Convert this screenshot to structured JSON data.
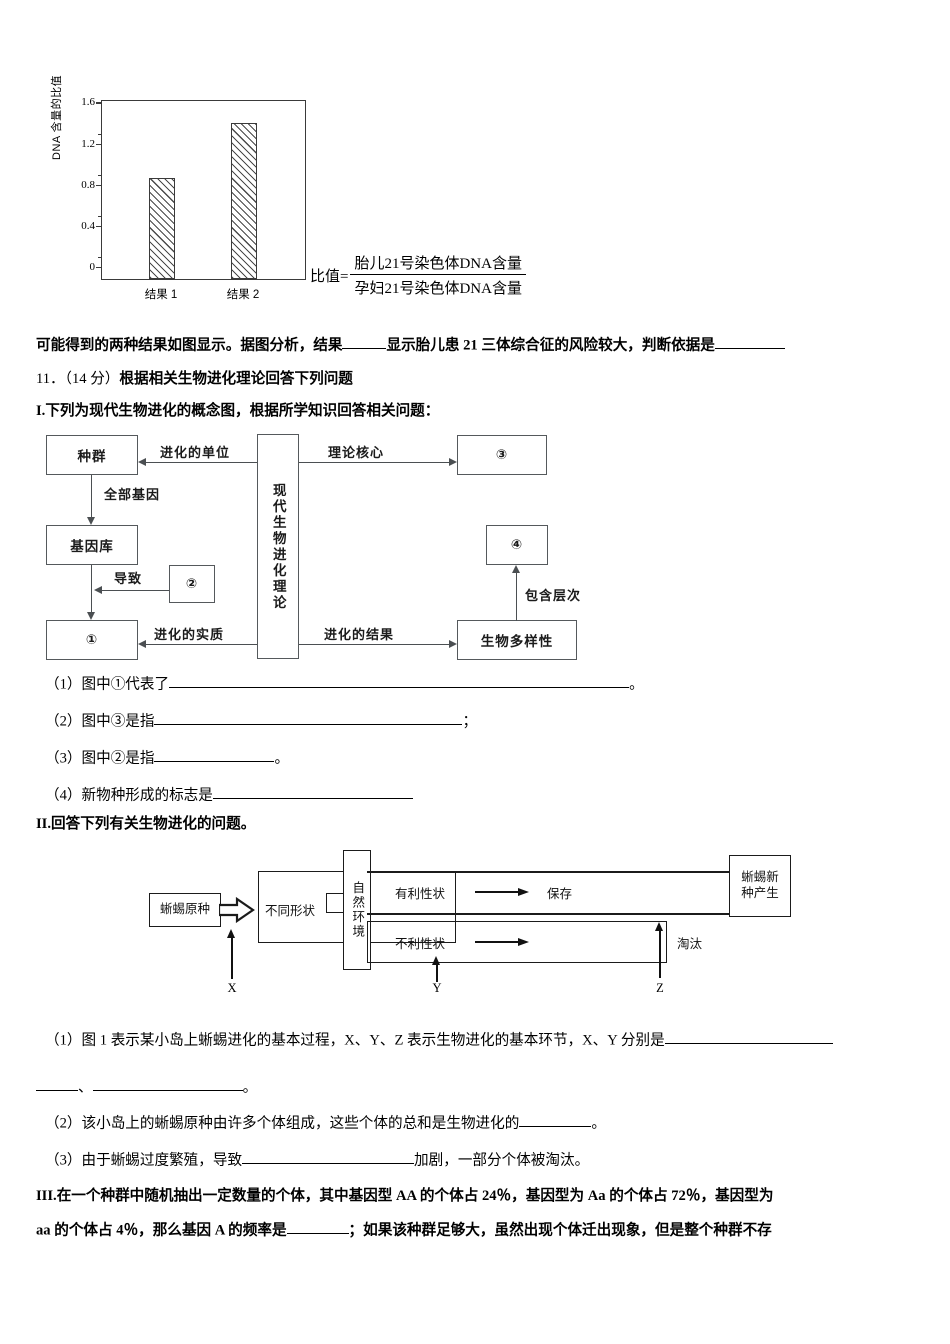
{
  "chart_data": {
    "type": "bar",
    "title": "",
    "categories": [
      "结果 1",
      "结果 2"
    ],
    "values": [
      0.98,
      1.52
    ],
    "ylabel": "DNA 含量的比值",
    "xlabel": "",
    "ylim": [
      0,
      1.75
    ],
    "yticks": [
      0,
      0.4,
      0.8,
      1.2,
      1.6
    ],
    "ytick_labels": [
      "0",
      "0.4",
      "0.8",
      "1.2",
      "1.6"
    ],
    "grid": false,
    "legend": null,
    "bar_fill": "diagonal-hatch",
    "note": {
      "lead": "比值=",
      "numerator": "胎儿21号染色体DNA含量",
      "denominator": "孕妇21号染色体DNA含量"
    }
  },
  "body": {
    "intro_line": "可能得到的两种结果如图显示。据图分析，结果",
    "intro_line_2": "显示胎儿患 21 三体综合征的风险较大，判断依据是",
    "q11_number": "11．",
    "q11_points": "（14 分）",
    "q11_title": "根据相关生物进化理论回答下列问题",
    "section_I": "I.",
    "section_I_text": "下列为现代生物进化的概念图，根据所学知识回答相关问题：",
    "section_II": "II.",
    "section_II_text": "回答下列有关生物进化的问题。",
    "section_III": "III.",
    "section_III_text_a": "在一个种群中随机抽出一定数量的个体，其中基因型 AA 的个体占 24％，基因型为 Aa 的个体占 72％，基因型为",
    "section_III_text_b1": "aa 的个体占 4％，那么基因 A 的频率是",
    "section_III_text_b2": "；如果该种群足够大，虽然出现个体迁出现象，但是整个种群不存"
  },
  "questions_I": [
    {
      "num": "（1）",
      "text": "图中①代表了",
      "tail": "。"
    },
    {
      "num": "（2）",
      "text": "图中③是指",
      "tail": "；"
    },
    {
      "num": "（3）",
      "text": "图中②是指",
      "tail": "。"
    },
    {
      "num": "（4）",
      "text": "新物种形成的标志是",
      "tail": ""
    }
  ],
  "questions_II": [
    {
      "num": "（1）",
      "text_a": "图 1 表示某小岛上蜥蜴进化的基本过程，X、Y、Z 表示生物进化的基本环节，X、Y 分别是",
      "text_b": "、",
      "tail": "。"
    },
    {
      "num": "（2）",
      "text_a": "该小岛上的蜥蜴原种由许多个体组成，这些个体的总和是生物进化的",
      "tail": "。"
    },
    {
      "num": "（3）",
      "text_a": "由于蜥蜴过度繁殖，导致",
      "text_b": "加剧，一部分个体被淘汰。"
    }
  ],
  "concept_map": {
    "nodes": {
      "population": "种群",
      "gene_pool": "基因库",
      "node1": "①",
      "node2": "②",
      "node3": "③",
      "node4": "④",
      "center": "现代生物进化理论",
      "biodiversity": "生物多样性"
    },
    "edge_labels": {
      "unit_of_evolution": "进化的单位",
      "all_genes": "全部基因",
      "causes": "导致",
      "essence_of_evolution": "进化的实质",
      "theory_core": "理论核心",
      "result_of_evolution": "进化的结果",
      "includes_levels": "包含层次"
    }
  },
  "lizard_map": {
    "original_species": "蜥蜴原种",
    "different_forms": "不同形状",
    "natural_environment": "自然环境",
    "favorable_trait": "有利性状",
    "preserved": "保存",
    "unfavorable_trait": "不利性状",
    "eliminated": "淘汰",
    "new_species": "蜥蜴新种产生",
    "new_species_l1": "蜥蜴新",
    "new_species_l2": "种产生",
    "markers": {
      "x": "X",
      "y": "Y",
      "z": "Z"
    }
  },
  "colors": {
    "ink": "#000000",
    "diagram_stroke": "#4b4f52",
    "lizard_stroke": "#1b1b1b",
    "page_bg": "#ffffff"
  }
}
